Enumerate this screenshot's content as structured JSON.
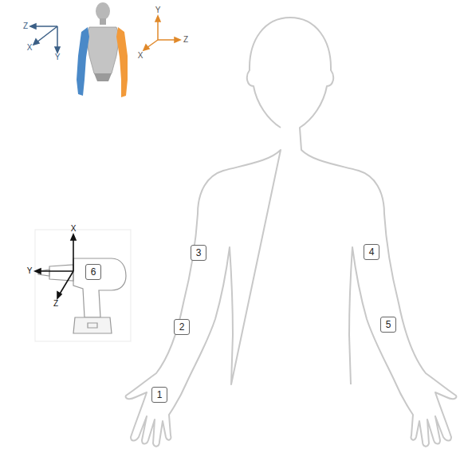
{
  "diagram": {
    "nodes": [
      {
        "text": [
          "3"
        ]
      },
      {
        "text": [
          "4"
        ]
      },
      {
        "text": [
          "6"
        ]
      },
      {
        "text": [
          "5"
        ]
      },
      {
        "text": [
          "2"
        ]
      },
      {
        "text": [
          "1"
        ]
      }
    ],
    "labels": [
      "Z",
      "X",
      "Y",
      "Y",
      "Z",
      "X",
      "X",
      "Y",
      "Z"
    ]
  }
}
